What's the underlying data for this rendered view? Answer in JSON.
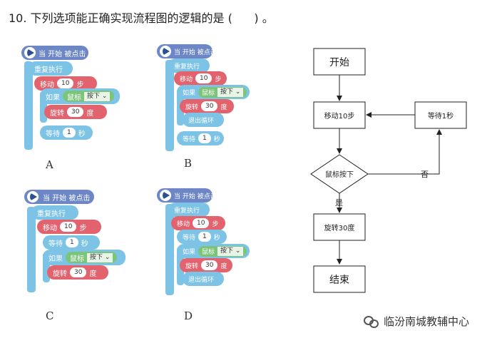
{
  "question": "10. 下列选项能正确实现流程图的逻辑的是 (      ) 。",
  "blocks": {
    "hat": "当 开始 被点击",
    "forever": "重复执行",
    "move": "移动",
    "move_val": "10",
    "steps": "步",
    "if": "如果",
    "mouse": "鼠标",
    "pressed": "按下",
    "rotate": "旋转",
    "rotate_val": "30",
    "degree": "度",
    "wait": "等待",
    "wait_val": "1",
    "second": "秒",
    "break": "退出循环"
  },
  "options": [
    "A",
    "B",
    "C",
    "D"
  ],
  "flowchart": {
    "start": "开始",
    "move": "移动10步",
    "wait": "等待1秒",
    "decision": "鼠标按下",
    "no": "否",
    "yes": "是",
    "rotate": "旋转30度",
    "end": "结束"
  },
  "watermark": "临汾南城教辅中心",
  "colors": {
    "hat": "#6c86c6",
    "control": "#7cc3e6",
    "motion": "#e2636e",
    "sensing": "#7bc47a"
  }
}
